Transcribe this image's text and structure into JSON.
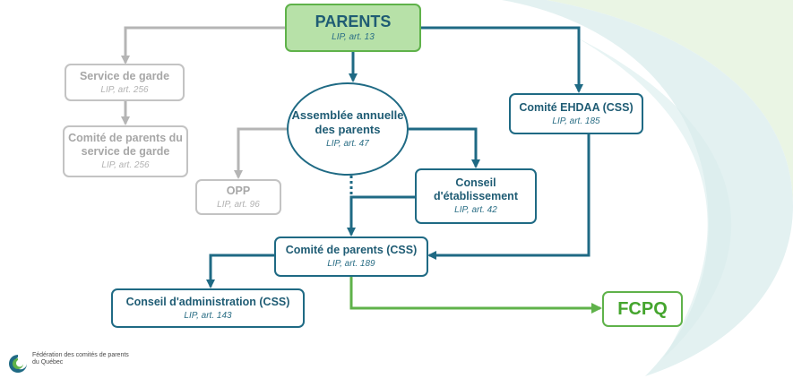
{
  "nodes": {
    "parents": {
      "title": "PARENTS",
      "ref": "LIP, art. 13"
    },
    "service_garde": {
      "title": "Service de garde",
      "ref": "LIP, art. 256"
    },
    "comite_service_garde": {
      "title": "Comité de parents du service de garde",
      "ref": "LIP, art. 256"
    },
    "assemblee": {
      "title": "Assemblée annuelle des parents",
      "ref": "LIP, art. 47"
    },
    "opp": {
      "title": "OPP",
      "ref": "LIP, art. 96"
    },
    "comite_ehdaa": {
      "title": "Comité EHDAA (CSS)",
      "ref": "LIP, art. 185"
    },
    "conseil_etablissement": {
      "title": "Conseil d'établissement",
      "ref": "LIP, art. 42"
    },
    "comite_parents": {
      "title": "Comité de parents (CSS)",
      "ref": "LIP, art. 189"
    },
    "conseil_administration": {
      "title": "Conseil d'administration (CSS)",
      "ref": "LIP, art. 143"
    },
    "fcpq": {
      "title": "FCPQ"
    }
  },
  "logo": {
    "org_name": "Fédération des comités de parents du Québec",
    "icon": "fcpq-swirl-logo-icon"
  },
  "colors": {
    "dark_teal": "#1f6a84",
    "green": "#5fb24a",
    "grey": "#b5b5b5",
    "parents_fill": "#b7e1a8"
  }
}
